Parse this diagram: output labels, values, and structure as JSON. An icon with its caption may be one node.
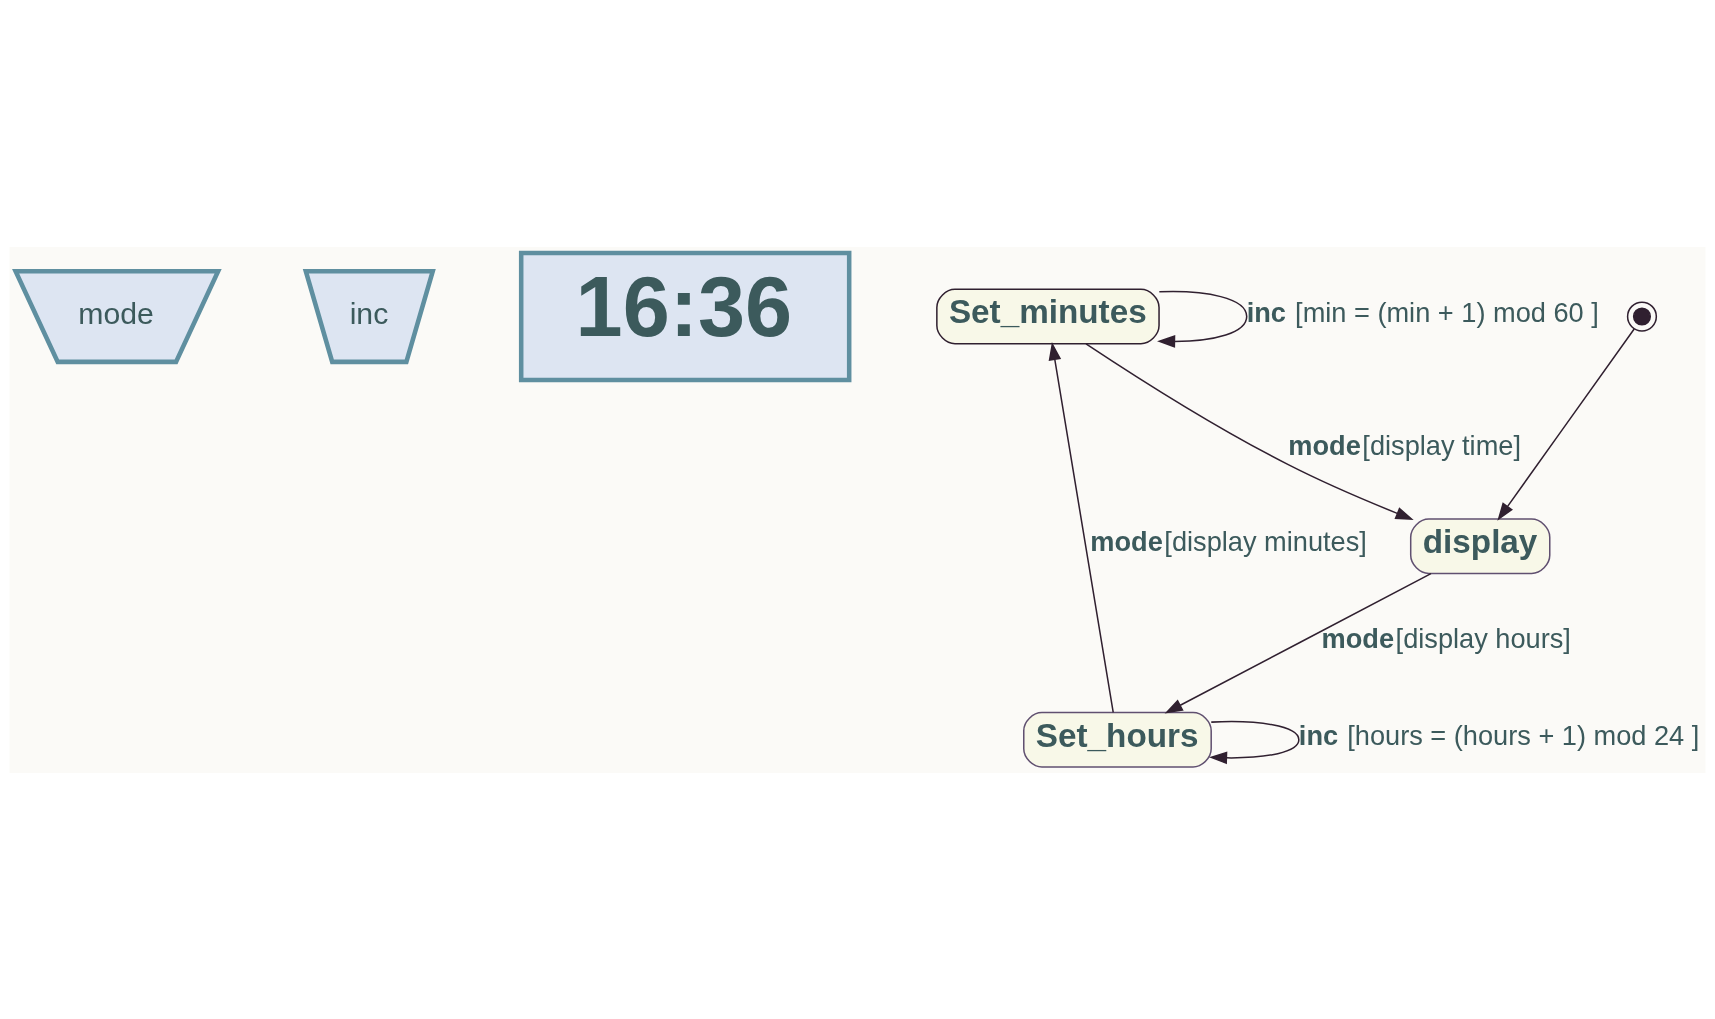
{
  "diagram": {
    "nodes": [
      {
        "text": [
          "mode"
        ]
      },
      {
        "text": [
          "inc"
        ]
      },
      {
        "text": [
          "16:36"
        ]
      },
      {
        "text": [
          "Set_minutes"
        ]
      },
      {
        "text": [
          "Set_hours"
        ]
      },
      {
        "text": [
          "display"
        ]
      },
      {
        "text": [],
        "shape": "circle"
      }
    ],
    "edges": [
      {
        "from": 3,
        "to": 3,
        "arrow": "to",
        "label": "**inc** [min = (min + 1) mod 60 ]"
      },
      {
        "from": 4,
        "to": 4,
        "arrow": "to",
        "label": "**inc** [hours = (hours + 1) mod 24 ]"
      },
      {
        "from": 4,
        "to": 3,
        "arrow": "to",
        "label": "**mode**[display minutes]"
      },
      {
        "from": 3,
        "to": 5,
        "arrow": "to",
        "label": "**mode**[display time]"
      },
      {
        "from": 5,
        "to": 4,
        "arrow": "to",
        "label": "**mode**[display hours]"
      },
      {
        "from": 6,
        "to": 5,
        "arrow": "to"
      }
    ]
  }
}
